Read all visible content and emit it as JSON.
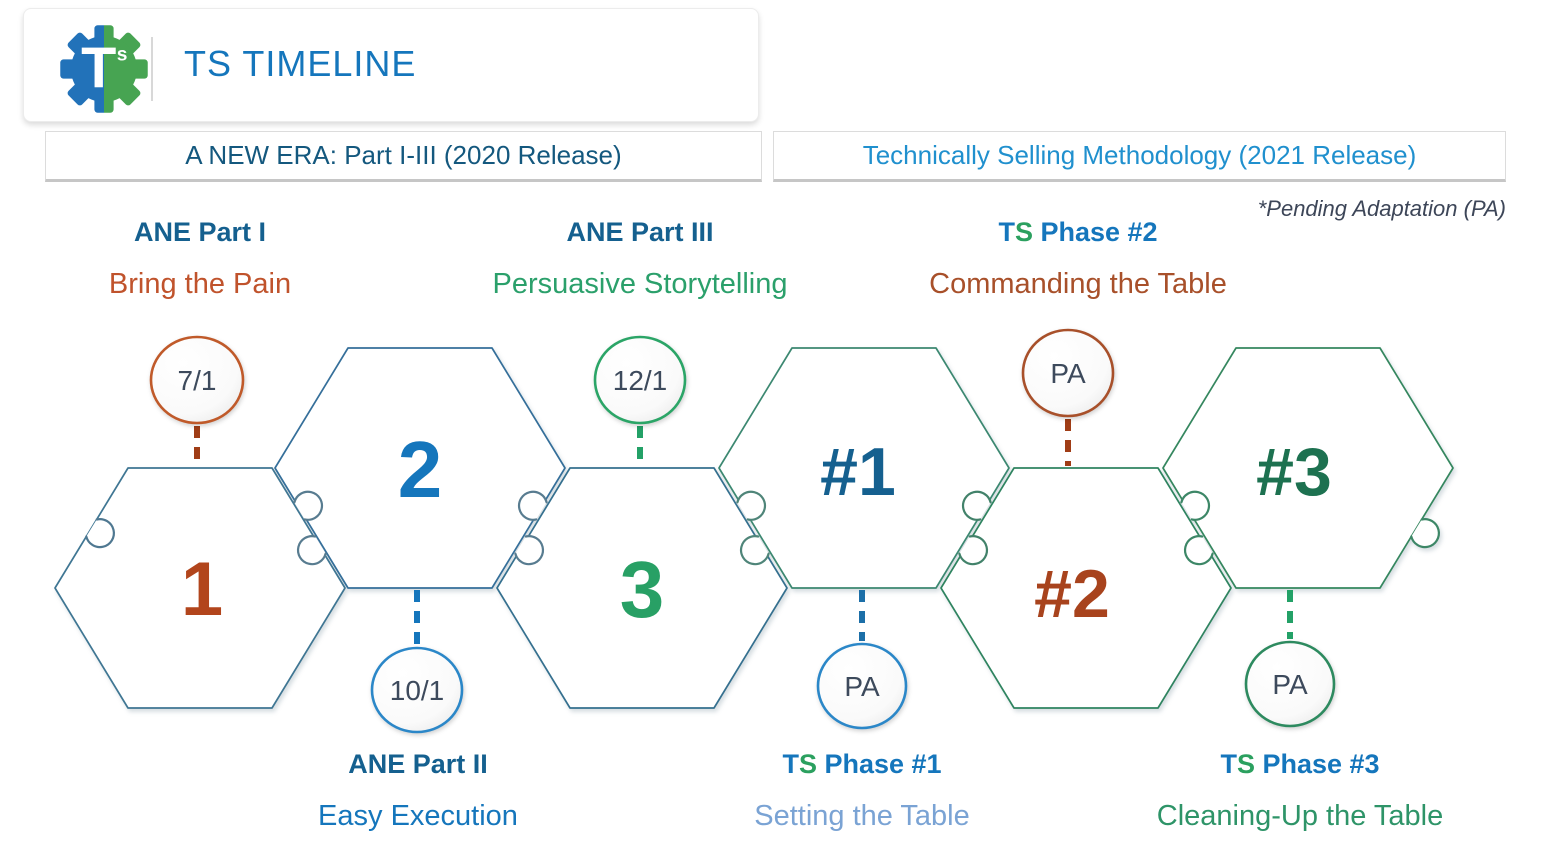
{
  "header": {
    "logo": {
      "letter": "T",
      "superscript": "s"
    },
    "title": "TS TIMELINE"
  },
  "banners": {
    "left": "A NEW ERA: Part I-III (2020 Release)",
    "right": "Technically Selling Methodology (2021 Release)"
  },
  "note": "*Pending Adaptation (PA)",
  "pieces": [
    {
      "number": "1",
      "badge": "7/1",
      "badge_position": "top",
      "accent": "#b2451c"
    },
    {
      "number": "2",
      "badge": "10/1",
      "badge_position": "bottom",
      "accent": "#1576bc"
    },
    {
      "number": "3",
      "badge": "12/1",
      "badge_position": "top",
      "accent": "#28a065"
    },
    {
      "number": "#1",
      "badge": "PA",
      "badge_position": "bottom",
      "accent": "#15608f"
    },
    {
      "number": "#2",
      "badge": "PA",
      "badge_position": "top",
      "accent": "#a8431d"
    },
    {
      "number": "#3",
      "badge": "PA",
      "badge_position": "bottom",
      "accent": "#1d7150"
    }
  ],
  "labels": {
    "top": [
      {
        "title": "ANE Part I",
        "subtitle": "Bring the Pain"
      },
      {
        "title": "ANE Part III",
        "subtitle": "Persuasive Storytelling"
      },
      {
        "t": "T",
        "s": "S",
        "rest": " Phase #2",
        "subtitle": "Commanding the Table"
      }
    ],
    "bottom": [
      {
        "title": "ANE Part II",
        "subtitle": "Easy Execution"
      },
      {
        "t": "T",
        "s": "S",
        "rest": " Phase #1",
        "subtitle": "Setting the Table"
      },
      {
        "t": "T",
        "s": "S",
        "rest": " Phase #3",
        "subtitle": "Cleaning-Up the Table"
      }
    ]
  },
  "colors": {
    "title_blue": "#1576bc",
    "banner_left_text": "#14587e",
    "banner_right_text": "#2090ce",
    "dark_blue": "#15608f",
    "green": "#2ba05f",
    "rust": "#c0532c",
    "brown_rust": "#a8502a",
    "light_blue": "#7aa3d4",
    "dark_green": "#2e9468",
    "logo_blue": "#2272b9",
    "logo_green": "#47a452"
  }
}
